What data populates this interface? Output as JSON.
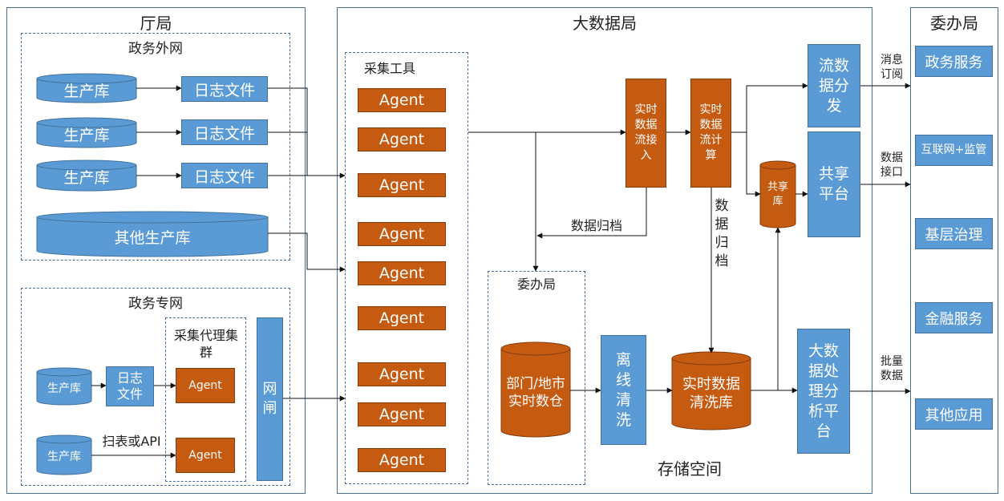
{
  "panels": {
    "ting": "厅局",
    "bigdata": "大数据局",
    "weiban": "委办局"
  },
  "external_net": {
    "title": "政务外网",
    "dbs": [
      "生产库",
      "生产库",
      "生产库"
    ],
    "logs": [
      "日志文件",
      "日志文件",
      "日志文件"
    ],
    "other_db": "其他生产库"
  },
  "private_net": {
    "title": "政务专网",
    "db1": "生产库",
    "db2": "生产库",
    "log": "日志文件",
    "scan_label": "扫表或API",
    "proxy_title": "采集代理集群",
    "agents": [
      "Agent",
      "Agent"
    ],
    "gateway": "网闸"
  },
  "collector": {
    "title": "采集工具",
    "agents": [
      "Agent",
      "Agent",
      "Agent",
      "Agent",
      "Agent",
      "Agent",
      "Agent",
      "Agent",
      "Agent"
    ]
  },
  "stream": {
    "ingest": "实时数据流接入",
    "compute": "实时数据流计算",
    "archive_h": "数据归档",
    "archive_v": "数据归档",
    "shared_db": "共享库",
    "distribute": "流数据分发",
    "share_platform": "共享平台"
  },
  "storage": {
    "weiban_title": "委办局",
    "dept_dw": "部门/地市实时数仓",
    "offline": "离线清洗",
    "realtime_db": "实时数据清洗库",
    "analysis": "大数据处理分析平台",
    "title": "存储空间"
  },
  "edges": {
    "msg": "消息订阅",
    "api": "数据接口",
    "batch": "批量数据"
  },
  "consumers": [
    "政务服务",
    "互联网+监管",
    "基层治理",
    "金融服务",
    "其他应用"
  ]
}
